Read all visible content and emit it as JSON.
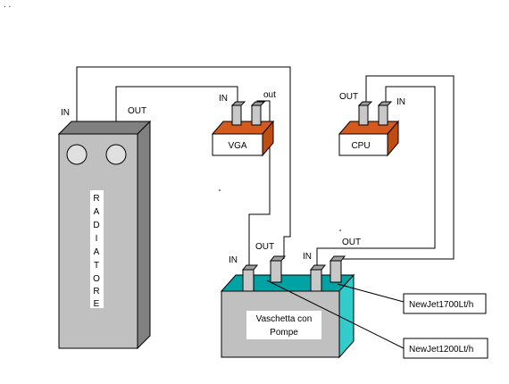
{
  "header_mark": ". .",
  "radiator": {
    "label_letters": [
      "R",
      "A",
      "D",
      "I",
      "A",
      "T",
      "O",
      "R",
      "E"
    ],
    "in_label": "IN",
    "out_label": "OUT",
    "color": "#c0c0c0"
  },
  "vga": {
    "label": "VGA",
    "in_label": "IN",
    "out_label": "out",
    "color": "#d45a1e"
  },
  "cpu": {
    "label": "CPU",
    "out_label": "OUT",
    "in_label": "IN",
    "color": "#d45a1e"
  },
  "reservoir": {
    "label_line1": "Vaschetta con",
    "label_line2": "Pompe",
    "in_left_label": "IN",
    "out_left_label": "OUT",
    "in_right_label": "IN",
    "out_right_label": "OUT",
    "color": "#00a3a3"
  },
  "pumps": {
    "pump_1700": "NewJet1700Lt/h",
    "pump_1200": "NewJet1200Lt/h"
  }
}
